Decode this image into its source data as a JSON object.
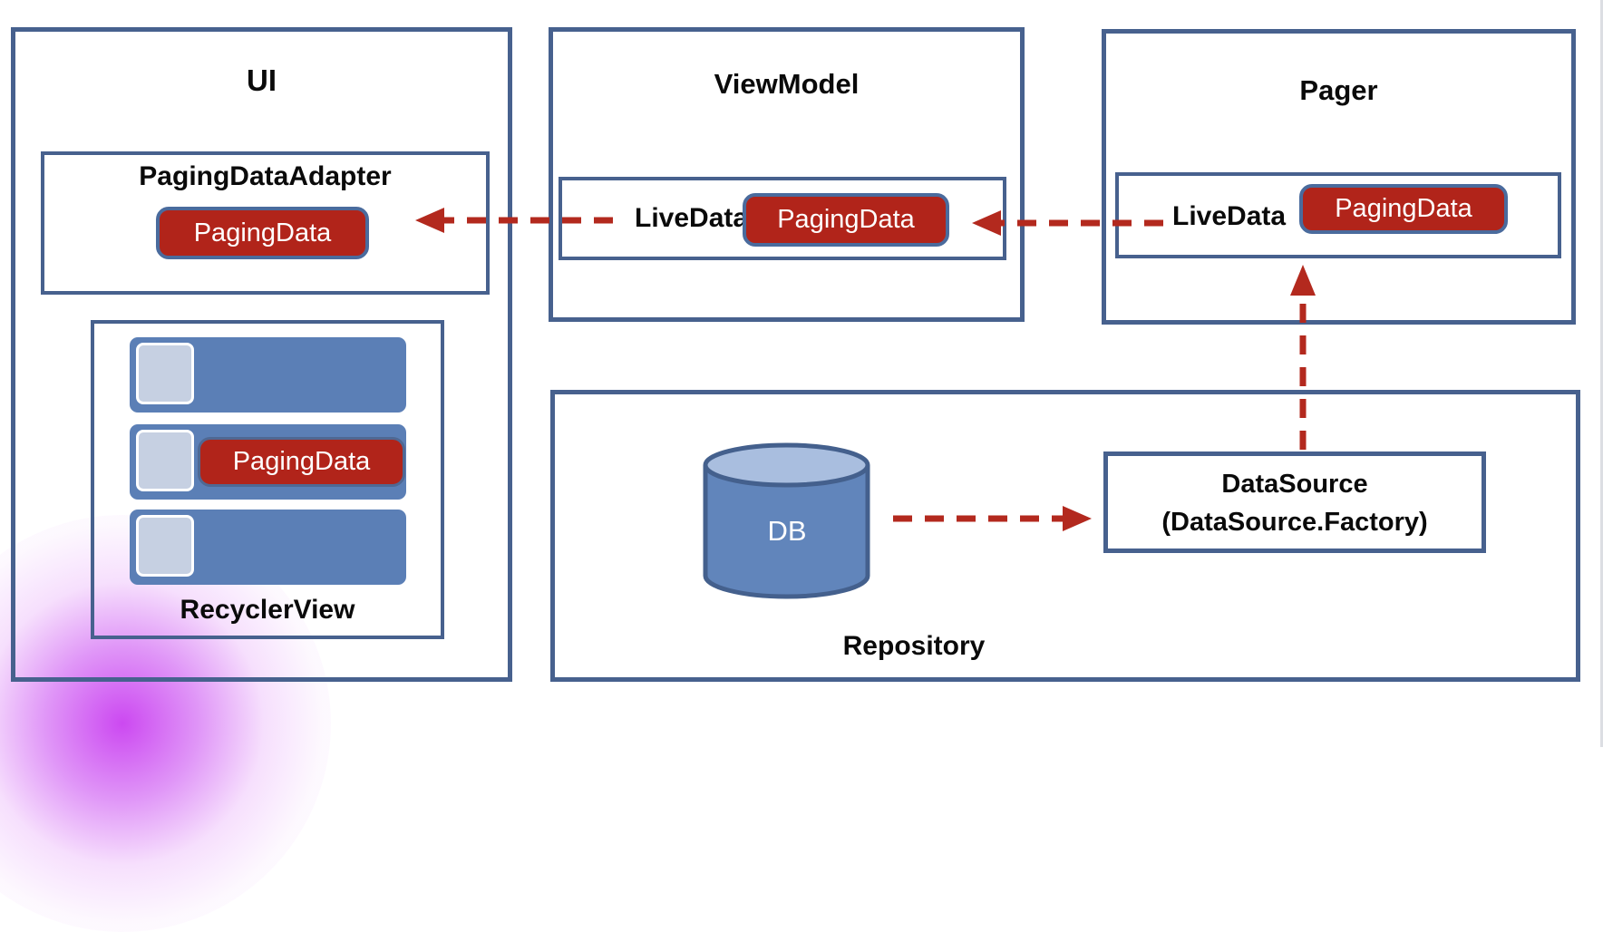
{
  "ui": {
    "title": "UI",
    "adapter": {
      "title": "PagingDataAdapter",
      "pill_label": "PagingData"
    },
    "recycler": {
      "label": "RecyclerView",
      "pill_label": "PagingData",
      "row_count": 3
    }
  },
  "viewmodel": {
    "title": "ViewModel",
    "livedata_label": "LiveData",
    "pill_label": "PagingData"
  },
  "pager": {
    "title": "Pager",
    "livedata_label": "LiveData",
    "pill_label": "PagingData"
  },
  "repository": {
    "title": "Repository",
    "db_label": "DB",
    "datasource_title": "DataSource",
    "datasource_subtitle": "(DataSource.Factory)"
  },
  "colors": {
    "box_border": "#47618e",
    "pill_fill": "#b1241a",
    "pill_border": "#4a6b9d",
    "arrow_red": "#b3291e",
    "row_blue": "#5b7fb6",
    "thumb_blue": "#c6d0e2",
    "cylinder_fill": "#6185bb",
    "cylinder_top": "#a9bedf",
    "glow_purple": "#c93ff0"
  }
}
